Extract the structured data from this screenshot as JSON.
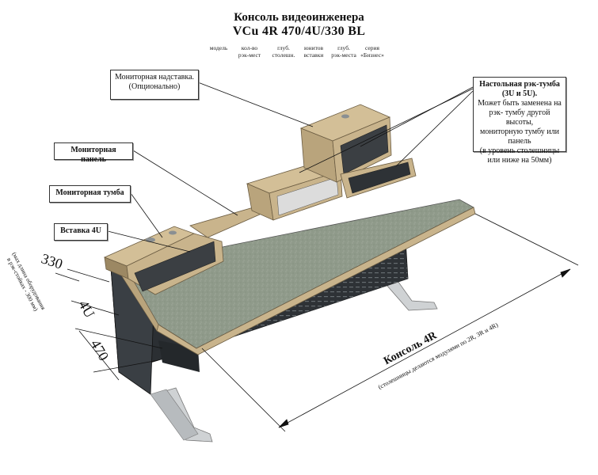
{
  "header": {
    "line1": "Консоль видеоинженера",
    "code": "VCu 4R 470/4U/330 BL",
    "code_labels": [
      {
        "text": "модель"
      },
      {
        "text": "кол-во\nрэк-мест"
      },
      {
        "text": "глуб.\nстолешн."
      },
      {
        "text": "юнитов\nвставки"
      },
      {
        "text": "глуб.\nрэк-места"
      },
      {
        "text": "серия\n«Бизнес»"
      }
    ]
  },
  "callouts": {
    "monitor_addon_title": "Мониторная надставка.",
    "monitor_addon_sub": "(Опционально)",
    "rack_title": "Настольная рэк-тумба",
    "rack_title2": "(3U и 5U).",
    "rack_body": [
      "Может быть заменена на",
      "рэк- тумбу другой высоты,",
      "мониторную тумбу или панель",
      "(в уровень столешницы",
      "или ниже на 50мм)"
    ],
    "monitor_panel": "Мониторная панель",
    "monitor_stand": "Мониторная тумба",
    "insert": "Вставка 4U"
  },
  "dimensions": {
    "d330": "330",
    "d4u": "4U",
    "d470": "470",
    "side_note_1": "(мах длина оборудования",
    "side_note_2": "в рэк-стойках - 300 мм)"
  },
  "console": {
    "title": "Консоль 4R",
    "subtitle": "(столешницы делаются модулями по 2R, 3R и 4R)"
  },
  "colors": {
    "tabletop": "#8f9a8a",
    "wood": "#c9b48c",
    "wood_dark": "#9c8863",
    "body_dark": "#2e3236",
    "metal": "#cfd2d4"
  }
}
